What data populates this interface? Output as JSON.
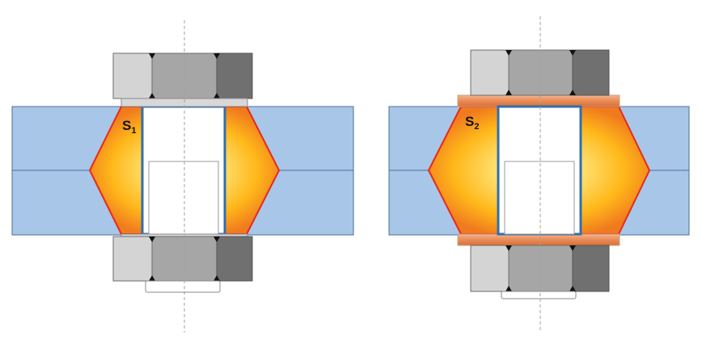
{
  "labels": {
    "left_zone_main": "S",
    "left_zone_sub": "1",
    "right_zone_main": "S",
    "right_zone_sub": "2"
  },
  "colors": {
    "plate_fill": "#a8c6e8",
    "plate_stroke": "#4d6f99",
    "zone_edge": "#e8291b",
    "zone_outer": "#f0781e",
    "zone_mid": "#ffc21a",
    "zone_inner": "#fff9c8",
    "washer": "#e98c57",
    "nut_light": "#d4d4d4",
    "nut_mid": "#a6a6a6",
    "nut_dark": "#707070",
    "bolt_edge": "#2f6fb0",
    "centerline": "#a0a0a0"
  },
  "icons": {
    "left_assembly": "bolted-joint-icon",
    "right_assembly": "bolted-joint-with-washers-icon"
  }
}
